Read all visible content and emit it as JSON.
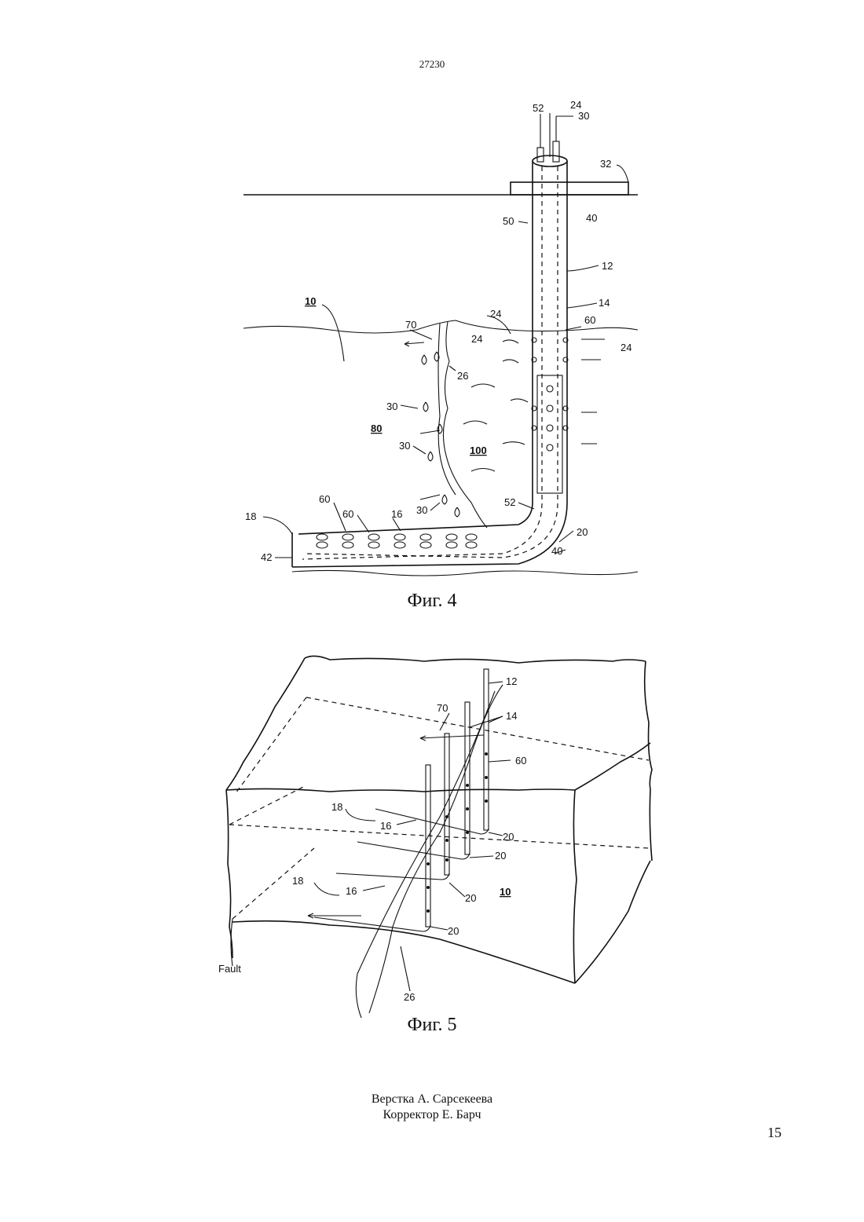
{
  "header": {
    "doc_number": "27230"
  },
  "figures": {
    "fig4": {
      "caption": "Фиг. 4",
      "labels": {
        "l52": "52",
        "l24top": "24",
        "l30top": "30",
        "l32": "32",
        "l50": "50",
        "l40top": "40",
        "l12": "12",
        "l14": "14",
        "l10": "10",
        "l70": "70",
        "l24a": "24",
        "l60a": "60",
        "l24b": "24",
        "l24c": "24",
        "l26": "26",
        "l30a": "30",
        "l80": "80",
        "l30b": "30",
        "l100": "100",
        "l60b": "60",
        "l60c": "60",
        "l16": "16",
        "l30c": "30",
        "l52b": "52",
        "l18": "18",
        "l20": "20",
        "l42": "42",
        "l40b": "40"
      }
    },
    "fig5": {
      "caption": "Фиг. 5",
      "labels": {
        "l12": "12",
        "l70": "70",
        "l14": "14",
        "l60": "60",
        "l18a": "18",
        "l16a": "16",
        "l20a": "20",
        "l20b": "20",
        "l18b": "18",
        "l16b": "16",
        "l20c": "20",
        "l10": "10",
        "l20d": "20",
        "fault": "Fault",
        "l26": "26"
      }
    }
  },
  "footer": {
    "layout_credit": "Верстка А. Сарсекеева",
    "proof_credit": "Корректор Е. Барч",
    "page_number": "15"
  }
}
